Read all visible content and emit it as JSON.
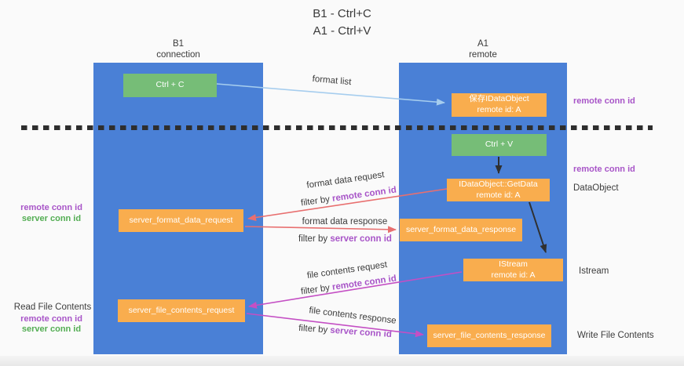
{
  "title": {
    "line1": "B1 - Ctrl+C",
    "line2": "A1 - Ctrl+V"
  },
  "columns": {
    "left": {
      "header_line1": "B1",
      "header_line2": "connection"
    },
    "right": {
      "header_line1": "A1",
      "header_line2": "remote"
    }
  },
  "nodes": {
    "ctrl_c": "Ctrl + C",
    "save_idataobject": {
      "line1": "保存IDataObject",
      "line2": "remote id: A"
    },
    "ctrl_v": "Ctrl + V",
    "getdata": {
      "line1": "IDataObject::GetData",
      "line2": "remote id: A"
    },
    "server_format_data_request": "server_format_data_request",
    "server_format_data_response": "server_format_data_response",
    "istream": {
      "line1": "IStream",
      "line2": "remote id: A"
    },
    "server_file_contents_request": "server_file_contents_request",
    "server_file_contents_response": "server_file_contents_response"
  },
  "annotations": {
    "remote_conn_id_top": "remote conn id",
    "remote_conn_id_mid": "remote conn id",
    "dataobject": "DataObject",
    "istream_label": "Istream",
    "write_file_contents": "Write File Contents",
    "read_file_contents": "Read File Contents",
    "left_mid": {
      "remote": "remote conn id",
      "server": "server conn id"
    },
    "left_bottom": {
      "remote": "remote conn id",
      "server": "server conn id"
    }
  },
  "edge_labels": {
    "format_list": "format list",
    "format_data_request": "format data request",
    "format_data_response": "format data response",
    "file_contents_request": "file contents request",
    "file_contents_response": "file contents response",
    "filter_by": "filter by ",
    "remote_conn_id": "remote conn id",
    "server_conn_id": "server conn id"
  },
  "colors": {
    "column_blue": "#4a80d6",
    "box_green": "#76bd77",
    "box_orange": "#f9ad4e",
    "arrow_red": "#e86f6f",
    "arrow_magenta": "#c44fc4",
    "arrow_light_blue": "#a6cdee",
    "arrow_black": "#303030",
    "text_purple": "#a855c8",
    "text_green": "#53ad53",
    "dashed_separator": "#2e2e2e"
  }
}
